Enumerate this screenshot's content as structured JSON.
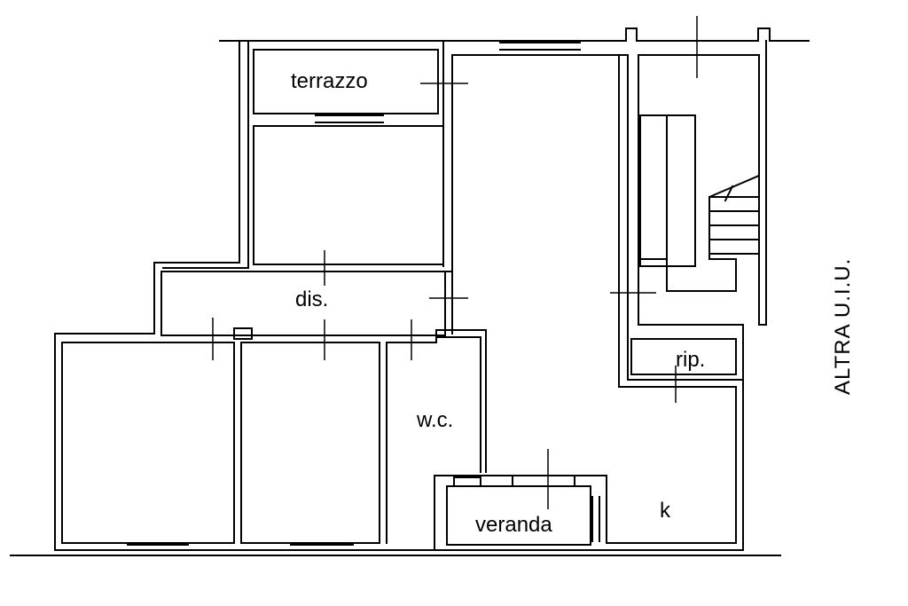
{
  "labels": {
    "terrazzo": "terrazzo",
    "dis": "dis.",
    "wc": "w.c.",
    "veranda": "veranda",
    "rip": "rip.",
    "k": "k",
    "altra_uiu": "ALTRA U.I.U."
  }
}
